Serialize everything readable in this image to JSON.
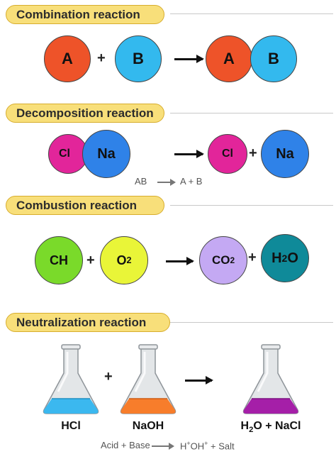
{
  "sections": {
    "combination": {
      "title": "Combination reaction",
      "atoms": [
        "A",
        "B",
        "A",
        "B"
      ],
      "plus": "+"
    },
    "decomposition": {
      "title": "Decomposition reaction",
      "atoms": [
        "Cl",
        "Na",
        "Cl",
        "Na"
      ],
      "plus": "+",
      "equation_left": "AB",
      "equation_right": "A + B"
    },
    "combustion": {
      "title": "Combustion reaction",
      "ch": "CH",
      "o2_main": "O",
      "o2_sub": "2",
      "co2_main": "CO",
      "co2_sub": "2",
      "h2o_h": "H",
      "h2o_sub": "2",
      "h2o_o": "O",
      "plus": "+"
    },
    "neutralization": {
      "title": "Neutralization reaction",
      "flask1": "HCl",
      "flask2": "NaOH",
      "product_h": "H",
      "product_sub": "2",
      "product_rest": "O + NaCl",
      "plus": "+",
      "equation_left": "Acid + Base",
      "equation_h": "H",
      "equation_sup1": "+",
      "equation_oh": "OH",
      "equation_sup2": "+",
      "equation_rest": " + Salt"
    }
  },
  "colors": {
    "red": "#ee5329",
    "blue": "#33b9ee",
    "magenta": "#e2259a",
    "royal_blue": "#2f82e8",
    "green": "#7ada2a",
    "yellow": "#e9f538",
    "lavender": "#c4a9f3",
    "teal": "#0f8a99",
    "liquid_blue": "#3bb8ef",
    "liquid_orange": "#f77d2b",
    "liquid_purple": "#a51fa8",
    "pill_fill": "#f8df7a",
    "pill_border": "#d7ad2e"
  }
}
